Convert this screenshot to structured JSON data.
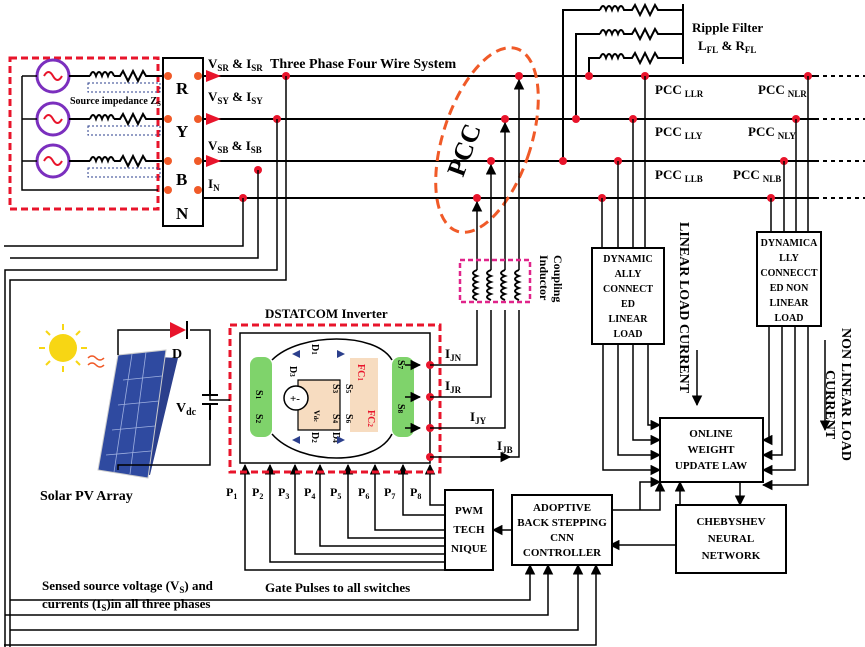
{
  "colors": {
    "wire": "#000000",
    "dashed_red": "#e8142b",
    "pcc_orange": "#f05a28",
    "dot_red": "#e8142b",
    "source_purple": "#7b2fbe",
    "switch_green": "#7fd36b",
    "inductor_magenta": "#e0248a",
    "sun_yellow": "#f7d614",
    "diode_red": "#e8142b",
    "pv_blue": "#2b3f8c"
  },
  "source": {
    "impedance_label": "Source impedance Z",
    "impedance_sub": "S",
    "phases": [
      "R",
      "Y",
      "B",
      "N"
    ]
  },
  "system": {
    "title": "Three Phase Four Wire System",
    "v_r": "V",
    "v_r_sub": "SR",
    "i_r": " & I",
    "i_r_sub": "SR",
    "v_y": "V",
    "v_y_sub": "SY",
    "i_y": " & I",
    "i_y_sub": "SY",
    "v_b": "V",
    "v_b_sub": "SB",
    "i_b": " & I",
    "i_b_sub": "SB",
    "i_n": "I",
    "i_n_sub": "N"
  },
  "pcc": {
    "label": "PCC",
    "llr": "PCC",
    "llr_sub": "LLR",
    "lly": "PCC",
    "lly_sub": "LLY",
    "llb": "PCC",
    "llb_sub": "LLB",
    "nlr": "PCC",
    "nlr_sub": "NLR",
    "nly": "PCC",
    "nly_sub": "NLY",
    "nlb": "PCC",
    "nlb_sub": "NLB"
  },
  "ripple": {
    "line1": "Ripple Filter",
    "line2a": "L",
    "line2a_sub": "FL",
    "line2b": " & R",
    "line2b_sub": "FL"
  },
  "coupling": {
    "line1": "Coupling",
    "line2": "Inductor"
  },
  "loads": {
    "linear": [
      "DYNAMIC",
      "ALLY",
      "CONNECT",
      "ED",
      "LINEAR",
      "LOAD"
    ],
    "nonlinear": [
      "DYNAMICA",
      "LLY",
      "CONNECCT",
      "ED  NON",
      "LINEAR",
      "LOAD"
    ],
    "linear_current": "LINEAR LOAD CURRENT",
    "nonlinear_current_1": "NON LINEAR LOAD",
    "nonlinear_current_2": "CURRENT"
  },
  "inverter": {
    "title": "DSTATCOM Inverter",
    "i_jn": "I",
    "i_jn_sub": "JN",
    "i_jr": "I",
    "i_jr_sub": "JR",
    "i_jy": "I",
    "i_jy_sub": "JY",
    "i_jb": "I",
    "i_jb_sub": "JB",
    "vdc": "V",
    "vdc_sub": "dc",
    "diode": "D",
    "d3": "D",
    "d3_sub": "3",
    "d1": "D",
    "d1_sub": "1",
    "d2": "D",
    "d2_sub": "2",
    "d4": "D",
    "d4_sub": "4",
    "fc1": "FC",
    "fc1_sub": "1",
    "fc2": "FC",
    "fc2_sub": "2",
    "s1": "S",
    "s1_sub": "1",
    "s2": "S",
    "s2_sub": "2",
    "s3": "S",
    "s3_sub": "3",
    "s4": "S",
    "s4_sub": "4",
    "s5": "S",
    "s5_sub": "5",
    "s6": "S",
    "s6_sub": "6",
    "s7": "S",
    "s7_sub": "7",
    "s8": "S",
    "s8_sub": "8",
    "cap_vdc": "V",
    "cap_vdc_sub": "dc"
  },
  "pulses": [
    {
      "p": "P",
      "s": "1"
    },
    {
      "p": "P",
      "s": "2"
    },
    {
      "p": "P",
      "s": "3"
    },
    {
      "p": "P",
      "s": "4"
    },
    {
      "p": "P",
      "s": "5"
    },
    {
      "p": "P",
      "s": "6"
    },
    {
      "p": "P",
      "s": "7"
    },
    {
      "p": "P",
      "s": "8"
    }
  ],
  "blocks": {
    "pwm": [
      "PWM",
      "TECH",
      "NIQUE"
    ],
    "controller": [
      "ADOPTIVE",
      "BACK STEPPING",
      "CNN",
      "CONTROLLER"
    ],
    "chebyshev": [
      "CHEBYSHEV",
      "NEURAL",
      "NETWORK"
    ],
    "online": [
      "ONLINE",
      "WEIGHT",
      "UPDATE LAW"
    ]
  },
  "pv": {
    "label": "Solar PV Array"
  },
  "notes": {
    "sensed_1": "Sensed source voltage (V",
    "sensed_1_sub": "S",
    "sensed_1_end": ") and",
    "sensed_2": "currents (I",
    "sensed_2_sub": "S",
    "sensed_2_end": ")in all three phases",
    "gate": "Gate Pulses to all switches"
  }
}
